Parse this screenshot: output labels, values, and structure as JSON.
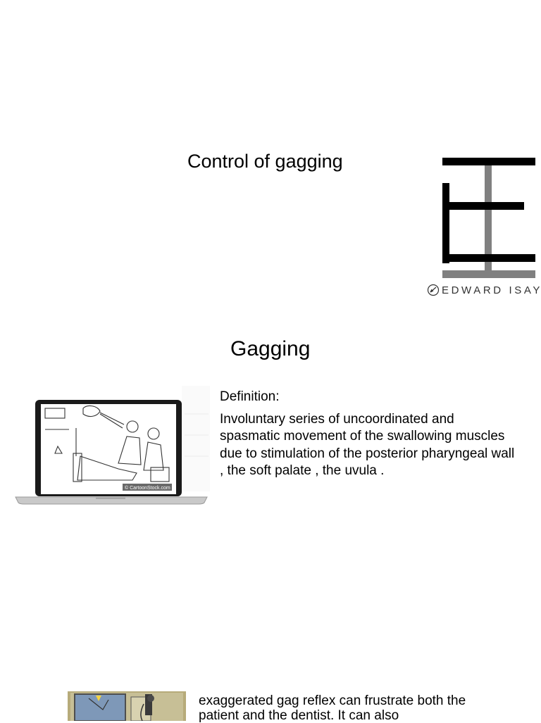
{
  "slide1": {
    "title": "Control of gagging",
    "logo_caption": "EDWARD ISAYED"
  },
  "slide2": {
    "title": "Gagging",
    "definition_label": "Definition:",
    "definition_text": "Involuntary  series of uncoordinated and spasmatic movement of the swallowing muscles due to stimulation of the posterior pharyngeal wall , the soft palate , the uvula .",
    "cartoon_watermark": "© CartoonStock.com"
  },
  "slide3": {
    "text": "exaggerated gag reflex can  frustrate  both the patient and the dentist. It can also"
  }
}
